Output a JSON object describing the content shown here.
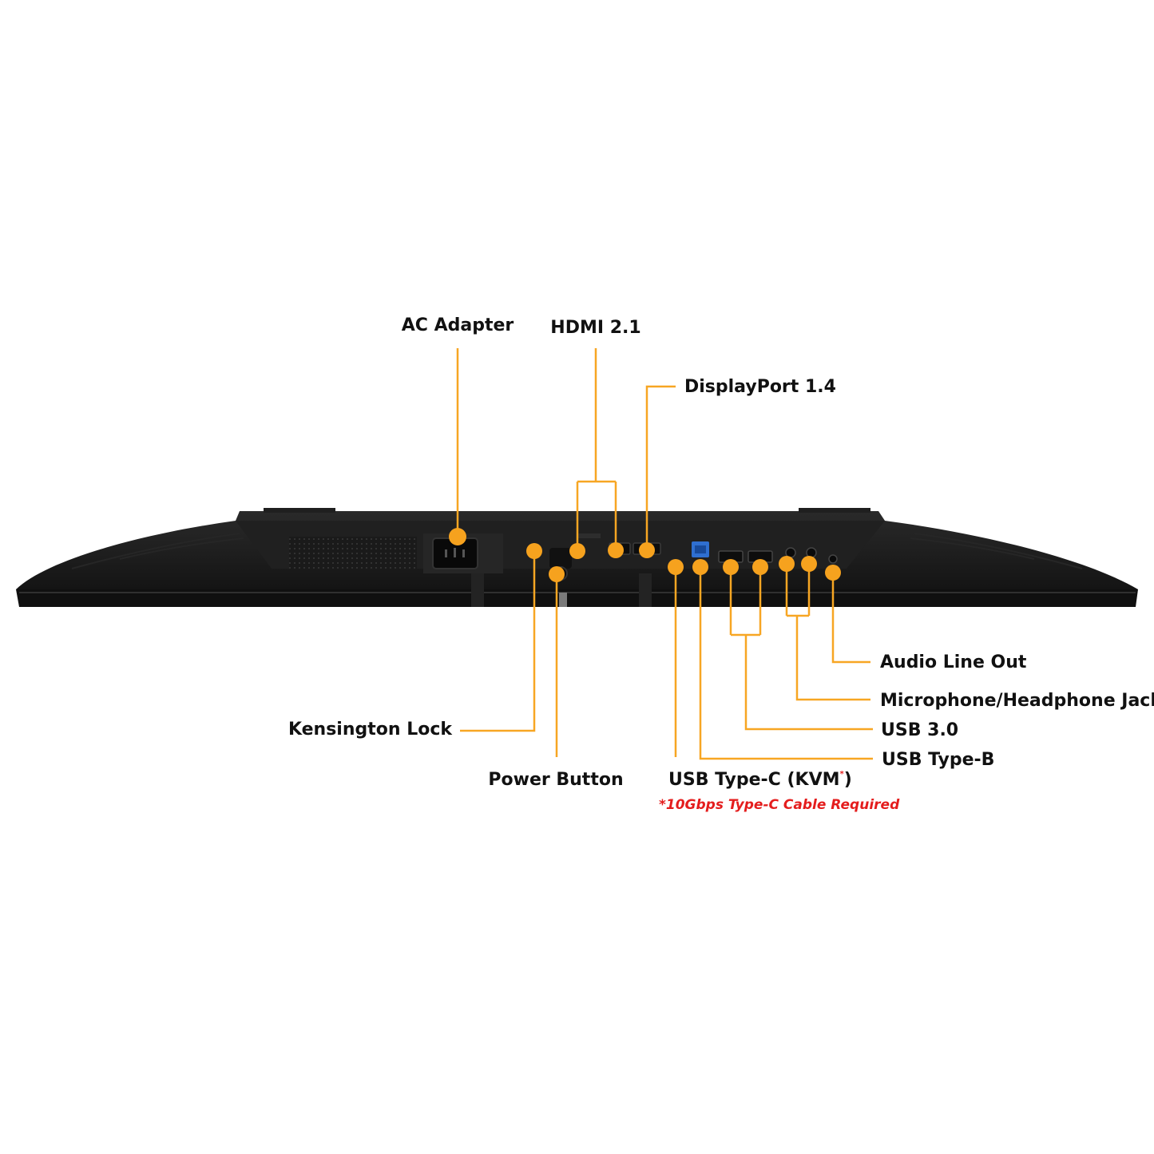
{
  "labels": {
    "ac_adapter": "AC Adapter",
    "hdmi": "HDMI 2.1",
    "displayport": "DisplayPort 1.4",
    "kensington_lock": "Kensington Lock",
    "power_button": "Power Button",
    "usb_type_c": "USB Type-C (KVM",
    "usb_type_c_close": ")",
    "audio_line_out": "Audio Line Out",
    "mic_headphone_jack": "Microphone/Headphone Jack",
    "usb_30": "USB 3.0",
    "usb_type_b": "USB Type-B"
  },
  "footnote": {
    "marker": "*",
    "text": "*10Gbps Type-C Cable Required"
  },
  "colors": {
    "callout": "#f7a623",
    "callout_dot": "#f6a21e",
    "footnote": "#e41d1d",
    "monitor_body": "#1c1c1c",
    "usb3_port": "#2f6fd0",
    "label_text": "#111111"
  }
}
